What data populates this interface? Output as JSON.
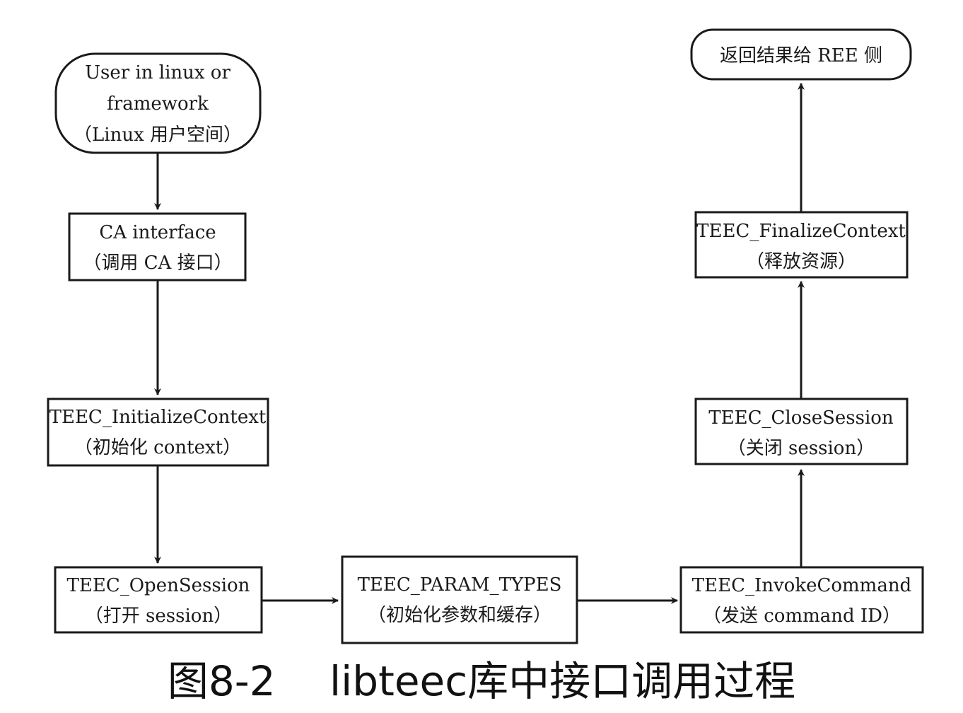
{
  "figure_caption": "图8-2　 libteec库中接口调用过程",
  "nodes": {
    "user": {
      "lines": [
        "User in linux or",
        "framework",
        "（Linux 用户空间）"
      ]
    },
    "ca_interface": {
      "lines": [
        "CA interface",
        "（调用 CA 接口）"
      ]
    },
    "initialize_context": {
      "lines": [
        "TEEC_InitializeContext",
        "（初始化 context）"
      ]
    },
    "open_session": {
      "lines": [
        "TEEC_OpenSession",
        "（打开 session）"
      ]
    },
    "param_types": {
      "lines": [
        "TEEC_PARAM_TYPES",
        "（初始化参数和缓存）"
      ]
    },
    "invoke_command": {
      "lines": [
        "TEEC_InvokeCommand",
        "（发送 command ID）"
      ]
    },
    "close_session": {
      "lines": [
        "TEEC_CloseSession",
        "（关闭 session）"
      ]
    },
    "finalize_context": {
      "lines": [
        "TEEC_FinalizeContext",
        "（释放资源）"
      ]
    },
    "return_result": {
      "lines": [
        "返回结果给 REE 侧"
      ]
    }
  },
  "edges": [
    {
      "from": "user",
      "to": "ca_interface"
    },
    {
      "from": "ca_interface",
      "to": "initialize_context"
    },
    {
      "from": "initialize_context",
      "to": "open_session"
    },
    {
      "from": "open_session",
      "to": "param_types"
    },
    {
      "from": "param_types",
      "to": "invoke_command"
    },
    {
      "from": "invoke_command",
      "to": "close_session"
    },
    {
      "from": "close_session",
      "to": "finalize_context"
    },
    {
      "from": "finalize_context",
      "to": "return_result"
    }
  ]
}
